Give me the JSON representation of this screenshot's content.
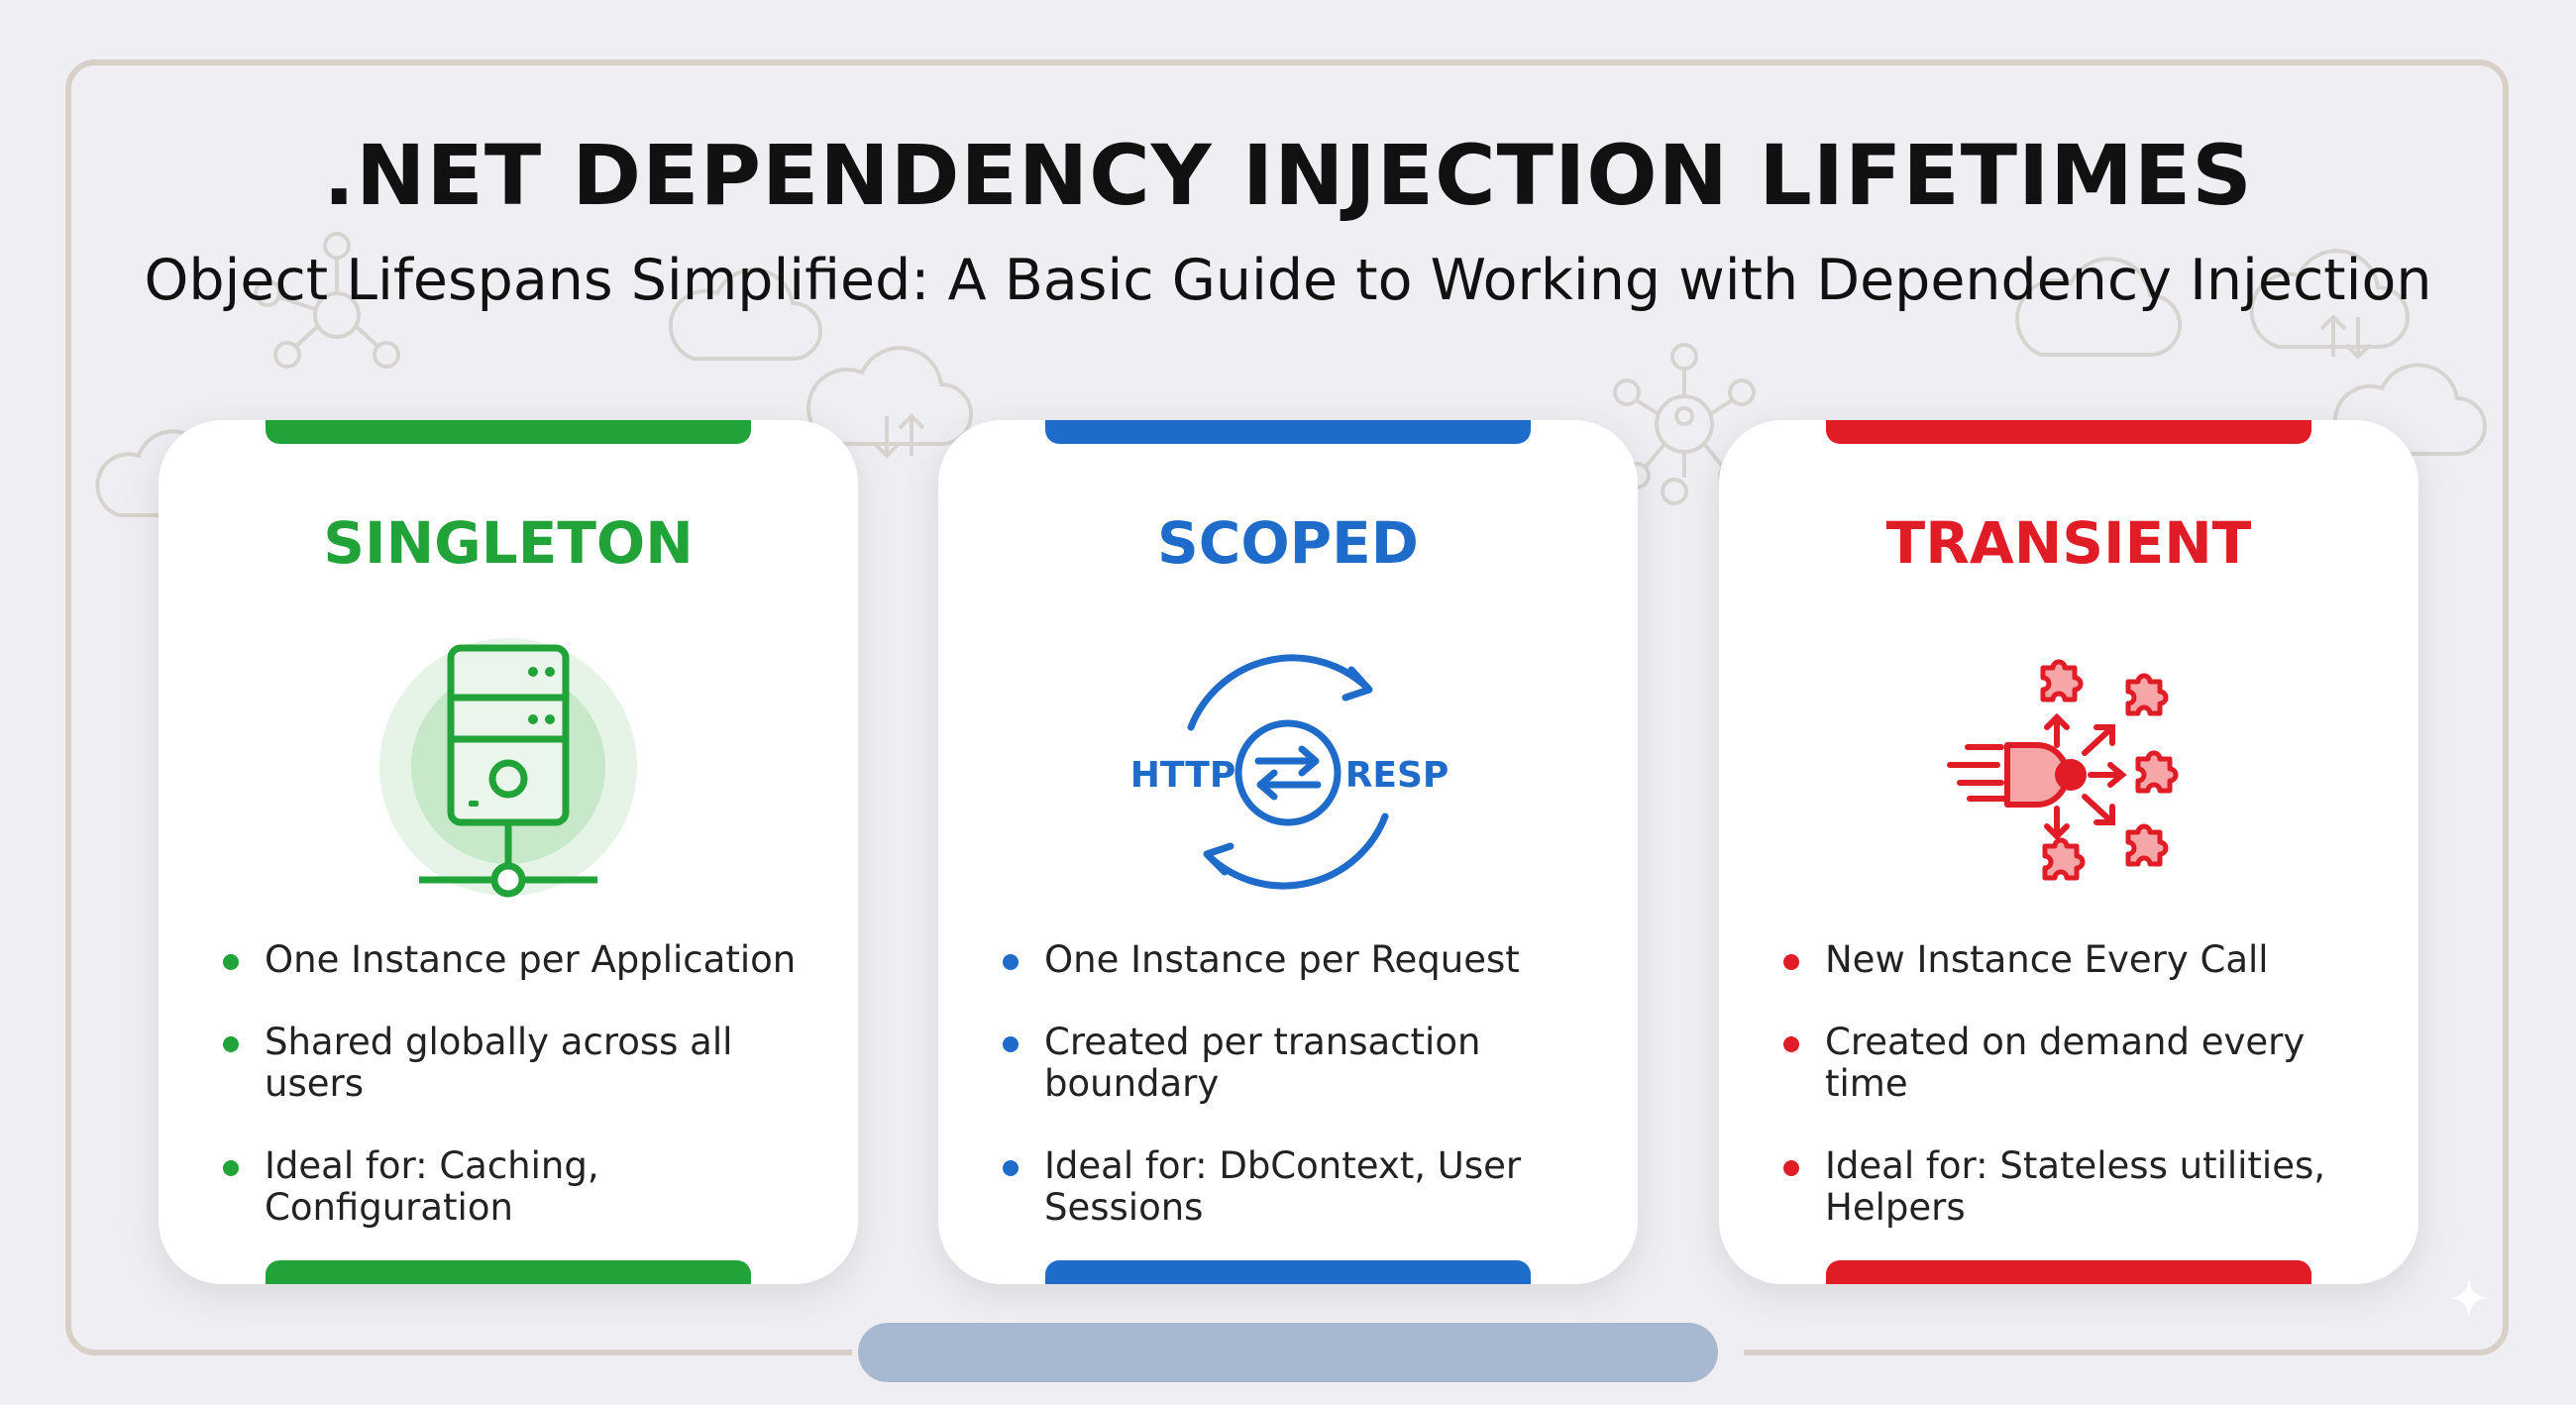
{
  "title": ".NET DEPENDENCY INJECTION LIFETIMES",
  "subtitle": "Object Lifespans Simplified: A Basic Guide to Working with Dependency Injection",
  "colors": {
    "background": "#efeff3",
    "frame": "#d8cfc6",
    "singleton": "#22a33a",
    "scoped": "#1f6bc9",
    "transient": "#e01d26",
    "pill": "#a9b8d1"
  },
  "cards": [
    {
      "title": "SINGLETON",
      "icon": "server-icon",
      "bullets": [
        "One Instance per Application",
        "Shared globally across all users",
        "Ideal for: Caching, Configuration"
      ]
    },
    {
      "title": "SCOPED",
      "icon": "http-cycle-icon",
      "icon_labels": {
        "left": "HTTP",
        "right": "RESP"
      },
      "bullets": [
        "One Instance per Request",
        "Created per transaction boundary",
        "Ideal for: DbContext, User Sessions"
      ]
    },
    {
      "title": "TRANSIENT",
      "icon": "puzzle-burst-icon",
      "bullets": [
        "New Instance Every Call",
        "Created on demand every time",
        "Ideal for: Stateless utilities, Helpers"
      ]
    }
  ]
}
